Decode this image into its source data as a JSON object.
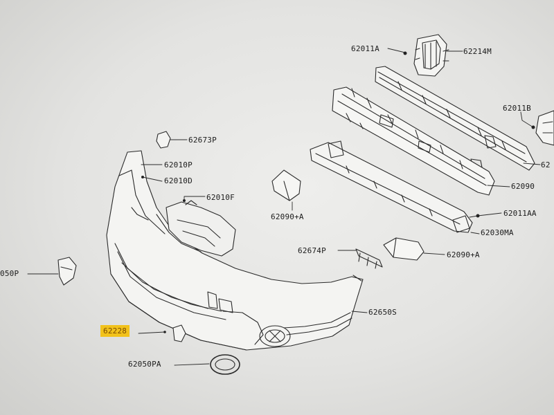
{
  "diagram": {
    "parts": [
      {
        "id": "62011A"
      },
      {
        "id": "62214M"
      },
      {
        "id": "62011B"
      },
      {
        "id": "62"
      },
      {
        "id": "62090"
      },
      {
        "id": "62673P"
      },
      {
        "id": "62010P"
      },
      {
        "id": "62010D"
      },
      {
        "id": "62010F"
      },
      {
        "id": "62090+A"
      },
      {
        "id": "62011AA"
      },
      {
        "id": "62030MA"
      },
      {
        "id": "62674P"
      },
      {
        "id": "62090+A"
      },
      {
        "id": "050P"
      },
      {
        "id": "62650S"
      },
      {
        "id": "62228",
        "highlighted": true
      },
      {
        "id": "62050PA"
      }
    ],
    "colors": {
      "line": "#2a2a2a",
      "paper": "#e6e6e4",
      "highlight": "#f2c21b"
    }
  }
}
